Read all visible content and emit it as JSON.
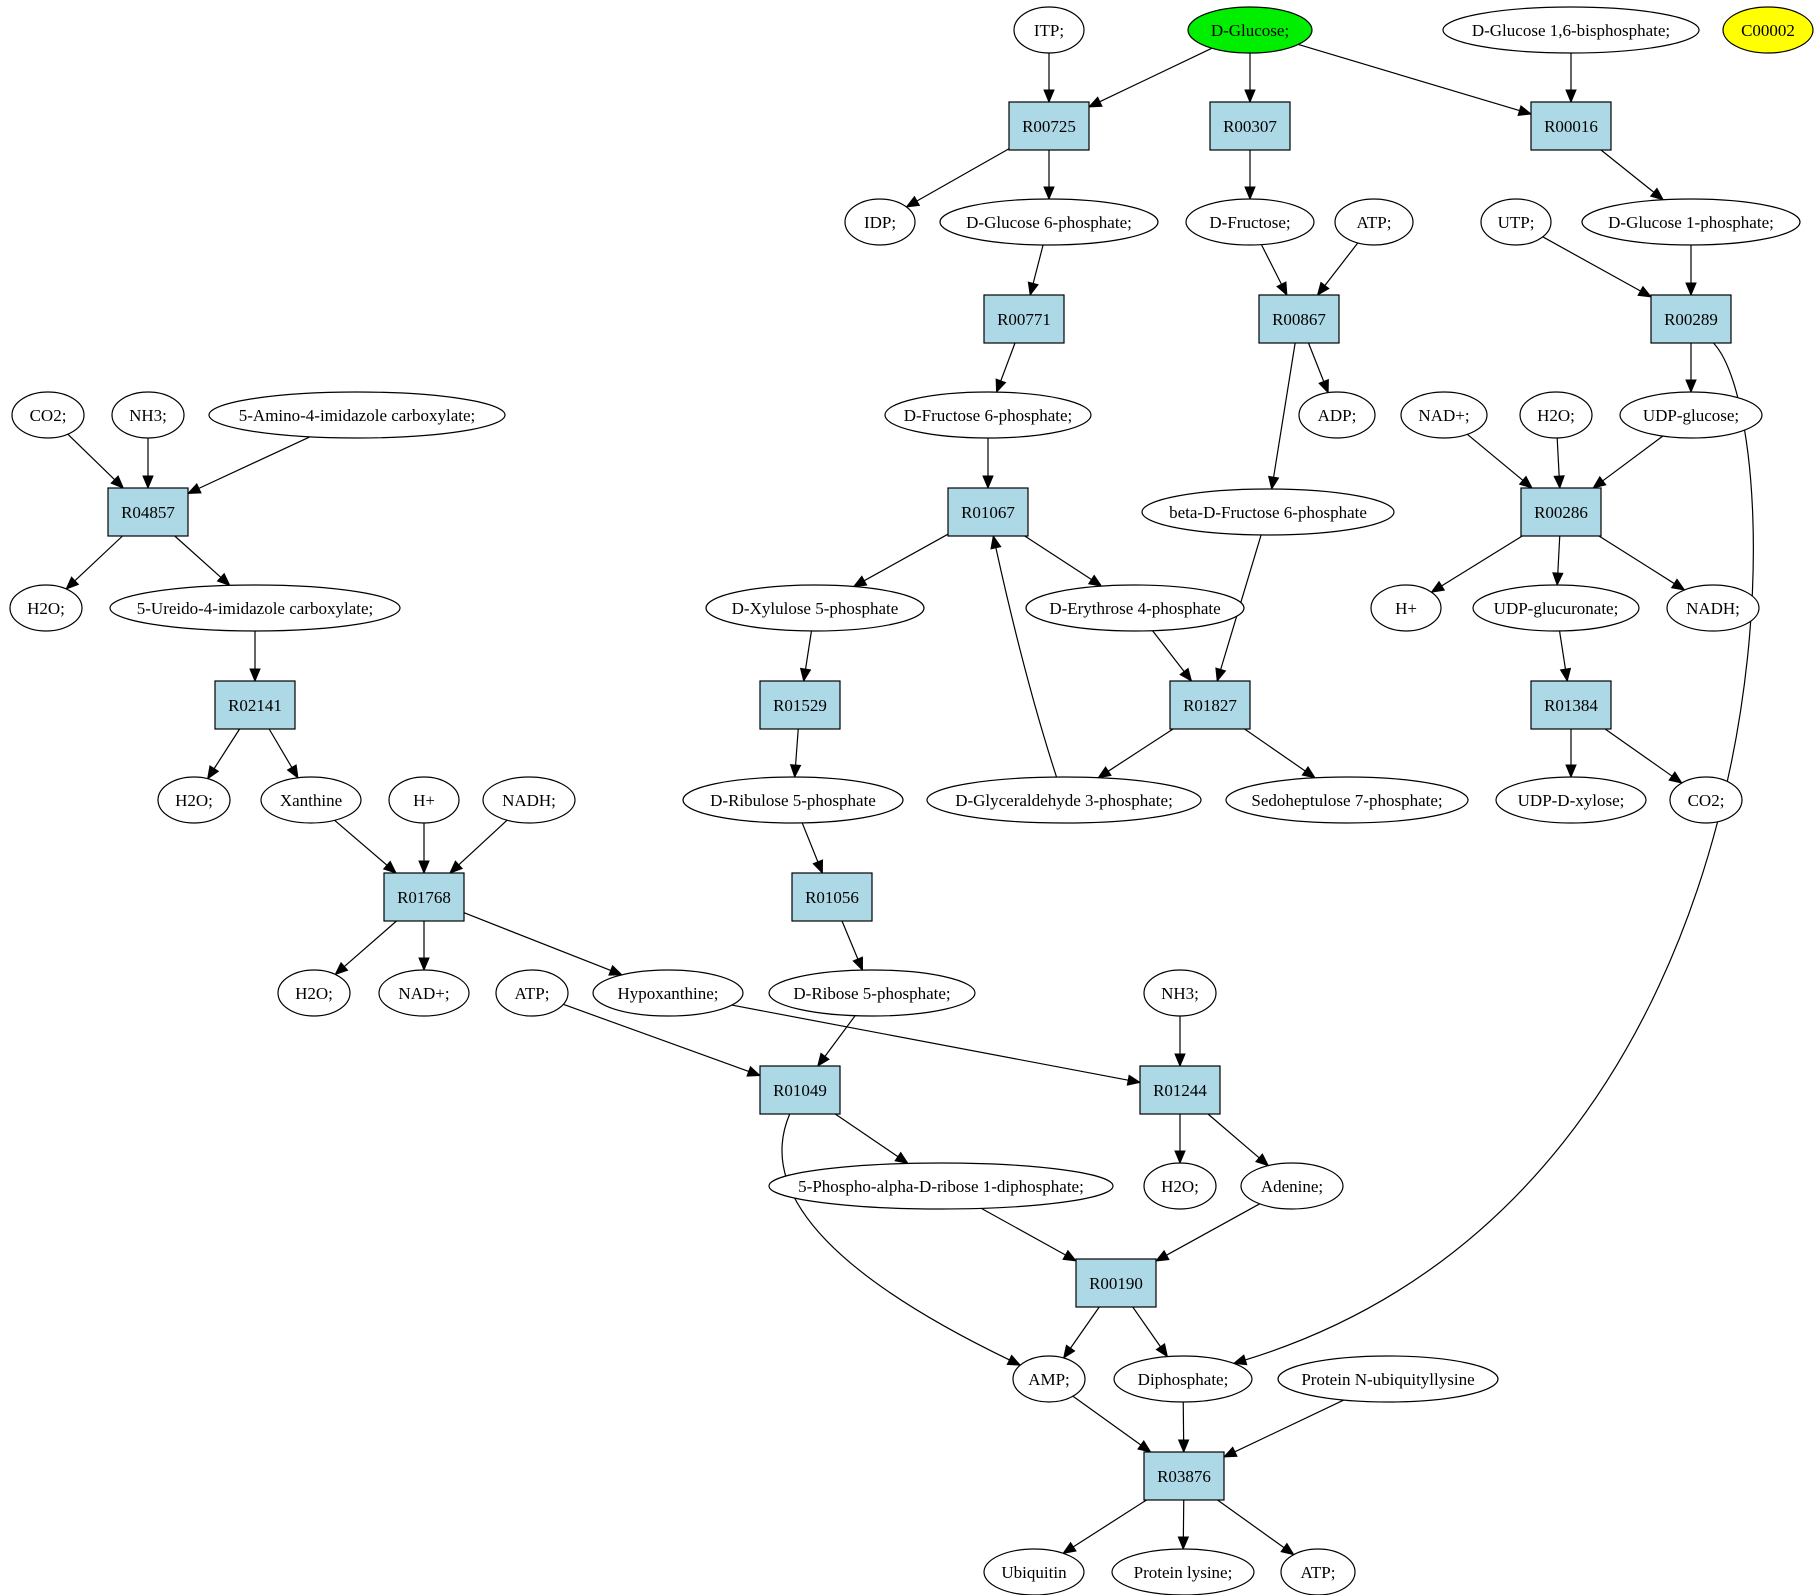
{
  "colors": {
    "reaction_fill": "#add8e6",
    "metabolite_fill": "#ffffff",
    "source_fill": "#00ee00",
    "target_fill": "#ffff00"
  },
  "reactions": {
    "R00725": "R00725",
    "R00307": "R00307",
    "R00016": "R00016",
    "R00771": "R00771",
    "R00867": "R00867",
    "R00289": "R00289",
    "R04857": "R04857",
    "R01067": "R01067",
    "R00286": "R00286",
    "R02141": "R02141",
    "R01529": "R01529",
    "R01827": "R01827",
    "R01384": "R01384",
    "R01768": "R01768",
    "R01056": "R01056",
    "R01049": "R01049",
    "R01244": "R01244",
    "R00190": "R00190",
    "R03876": "R03876"
  },
  "metabolites": {
    "itp": "ITP;",
    "d_glucose": "D-Glucose;",
    "d_glucose_16bp": "D-Glucose 1,6-bisphosphate;",
    "c00002": "C00002",
    "idp": "IDP;",
    "d_glucose_6p": "D-Glucose 6-phosphate;",
    "d_fructose": "D-Fructose;",
    "atp_1": "ATP;",
    "utp": "UTP;",
    "d_glucose_1p": "D-Glucose 1-phosphate;",
    "co2_1": "CO2;",
    "nh3_1": "NH3;",
    "amino_imidazole": "5-Amino-4-imidazole carboxylate;",
    "d_fructose_6p": "D-Fructose 6-phosphate;",
    "adp": "ADP;",
    "nad_1": "NAD+;",
    "h2o_1": "H2O;",
    "udp_glucose": "UDP-glucose;",
    "beta_fructose_6p": "beta-D-Fructose 6-phosphate",
    "h2o_2": "H2O;",
    "ureido_imidazole": "5-Ureido-4-imidazole carboxylate;",
    "xylulose_5p": "D-Xylulose 5-phosphate",
    "erythrose_4p": "D-Erythrose 4-phosphate",
    "h_1": "H+",
    "udp_glucuronate": "UDP-glucuronate;",
    "nadh_1": "NADH;",
    "h2o_3": "H2O;",
    "xanthine": "Xanthine",
    "h_2": "H+",
    "nadh_2": "NADH;",
    "ribulose_5p": "D-Ribulose 5-phosphate",
    "g3p": "D-Glyceraldehyde 3-phosphate;",
    "sedoheptulose_7p": "Sedoheptulose 7-phosphate;",
    "udp_xylose": "UDP-D-xylose;",
    "co2_2": "CO2;",
    "h2o_4": "H2O;",
    "nad_2": "NAD+;",
    "atp_2": "ATP;",
    "hypoxanthine": "Hypoxanthine;",
    "ribose_5p": "D-Ribose 5-phosphate;",
    "nh3_2": "NH3;",
    "prpp": "5-Phospho-alpha-D-ribose 1-diphosphate;",
    "h2o_5": "H2O;",
    "adenine": "Adenine;",
    "amp": "AMP;",
    "diphosphate": "Diphosphate;",
    "protein_ub_lysine": "Protein N-ubiquityllysine",
    "ubiquitin": "Ubiquitin",
    "protein_lysine": "Protein lysine;",
    "atp_3": "ATP;"
  },
  "edges": [
    [
      "itp",
      "R00725"
    ],
    [
      "d_glucose",
      "R00725"
    ],
    [
      "d_glucose",
      "R00307"
    ],
    [
      "d_glucose",
      "R00016"
    ],
    [
      "d_glucose_16bp",
      "R00016"
    ],
    [
      "R00725",
      "idp"
    ],
    [
      "R00725",
      "d_glucose_6p"
    ],
    [
      "R00307",
      "d_fructose"
    ],
    [
      "R00016",
      "d_glucose_1p"
    ],
    [
      "d_glucose_6p",
      "R00771"
    ],
    [
      "d_fructose",
      "R00867"
    ],
    [
      "atp_1",
      "R00867"
    ],
    [
      "utp",
      "R00289"
    ],
    [
      "d_glucose_1p",
      "R00289"
    ],
    [
      "R00771",
      "d_fructose_6p"
    ],
    [
      "R00867",
      "adp"
    ],
    [
      "R00867",
      "beta_fructose_6p"
    ],
    [
      "R00289",
      "udp_glucose"
    ],
    [
      "R00289",
      "diphosphate"
    ],
    [
      "co2_1",
      "R04857"
    ],
    [
      "nh3_1",
      "R04857"
    ],
    [
      "amino_imidazole",
      "R04857"
    ],
    [
      "R04857",
      "h2o_2"
    ],
    [
      "R04857",
      "ureido_imidazole"
    ],
    [
      "d_fructose_6p",
      "R01067"
    ],
    [
      "g3p",
      "R01067"
    ],
    [
      "R01067",
      "xylulose_5p"
    ],
    [
      "R01067",
      "erythrose_4p"
    ],
    [
      "nad_1",
      "R00286"
    ],
    [
      "h2o_1",
      "R00286"
    ],
    [
      "udp_glucose",
      "R00286"
    ],
    [
      "R00286",
      "h_1"
    ],
    [
      "R00286",
      "udp_glucuronate"
    ],
    [
      "R00286",
      "nadh_1"
    ],
    [
      "ureido_imidazole",
      "R02141"
    ],
    [
      "R02141",
      "h2o_3"
    ],
    [
      "R02141",
      "xanthine"
    ],
    [
      "xylulose_5p",
      "R01529"
    ],
    [
      "R01529",
      "ribulose_5p"
    ],
    [
      "erythrose_4p",
      "R01827"
    ],
    [
      "beta_fructose_6p",
      "R01827"
    ],
    [
      "R01827",
      "g3p"
    ],
    [
      "R01827",
      "sedoheptulose_7p"
    ],
    [
      "udp_glucuronate",
      "R01384"
    ],
    [
      "R01384",
      "udp_xylose"
    ],
    [
      "R01384",
      "co2_2"
    ],
    [
      "xanthine",
      "R01768"
    ],
    [
      "h_2",
      "R01768"
    ],
    [
      "nadh_2",
      "R01768"
    ],
    [
      "R01768",
      "h2o_4"
    ],
    [
      "R01768",
      "nad_2"
    ],
    [
      "R01768",
      "hypoxanthine"
    ],
    [
      "ribulose_5p",
      "R01056"
    ],
    [
      "R01056",
      "ribose_5p"
    ],
    [
      "atp_2",
      "R01049"
    ],
    [
      "ribose_5p",
      "R01049"
    ],
    [
      "hypoxanthine",
      "R01244"
    ],
    [
      "nh3_2",
      "R01244"
    ],
    [
      "R01049",
      "prpp"
    ],
    [
      "R01049",
      "amp"
    ],
    [
      "R01244",
      "h2o_5"
    ],
    [
      "R01244",
      "adenine"
    ],
    [
      "prpp",
      "R00190"
    ],
    [
      "adenine",
      "R00190"
    ],
    [
      "R00190",
      "amp"
    ],
    [
      "R00190",
      "diphosphate"
    ],
    [
      "amp",
      "R03876"
    ],
    [
      "diphosphate",
      "R03876"
    ],
    [
      "protein_ub_lysine",
      "R03876"
    ],
    [
      "R03876",
      "ubiquitin"
    ],
    [
      "R03876",
      "protein_lysine"
    ],
    [
      "R03876",
      "atp_3"
    ]
  ]
}
